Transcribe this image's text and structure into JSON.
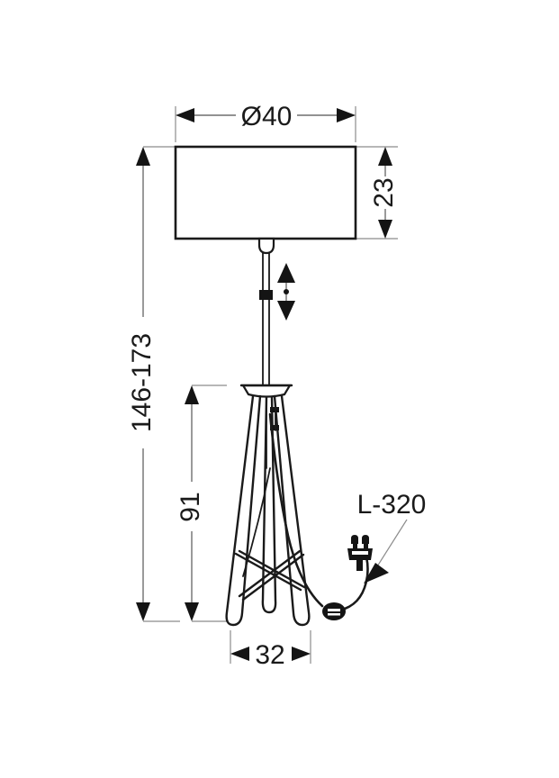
{
  "drawing": {
    "title": "Floor lamp technical dimension drawing",
    "units_note": "",
    "background_color": "#ffffff",
    "line_color": "#1a1a1a",
    "dimension_line_color": "#6f6f6f"
  },
  "dimensions": {
    "shade_diameter": {
      "label": "Ø40",
      "name": "shade-diameter",
      "orientation": "horizontal",
      "position": "top"
    },
    "shade_height": {
      "label": "23",
      "name": "shade-height",
      "orientation": "vertical",
      "position": "right"
    },
    "total_height": {
      "label": "146-173",
      "name": "total-height-adjustable",
      "orientation": "vertical",
      "position": "left-outer"
    },
    "tripod_height": {
      "label": "91",
      "name": "tripod-height",
      "orientation": "vertical",
      "position": "left-inner"
    },
    "base_width": {
      "label": "32",
      "name": "base-width",
      "orientation": "horizontal",
      "position": "bottom"
    }
  },
  "annotations": {
    "cord_label": {
      "label": "L-320",
      "name": "cord-length-callout",
      "points_to": "power-plug"
    }
  },
  "parts": {
    "shade": "lamp-shade",
    "socket": "bulb-socket-cap",
    "pole": "telescopic-pole",
    "adjust_arrow": "telescopic-adjust-arrow",
    "tripod": "tripod-base",
    "cord": "power-cord",
    "switch": "inline-foot-switch",
    "plug": "power-plug"
  }
}
